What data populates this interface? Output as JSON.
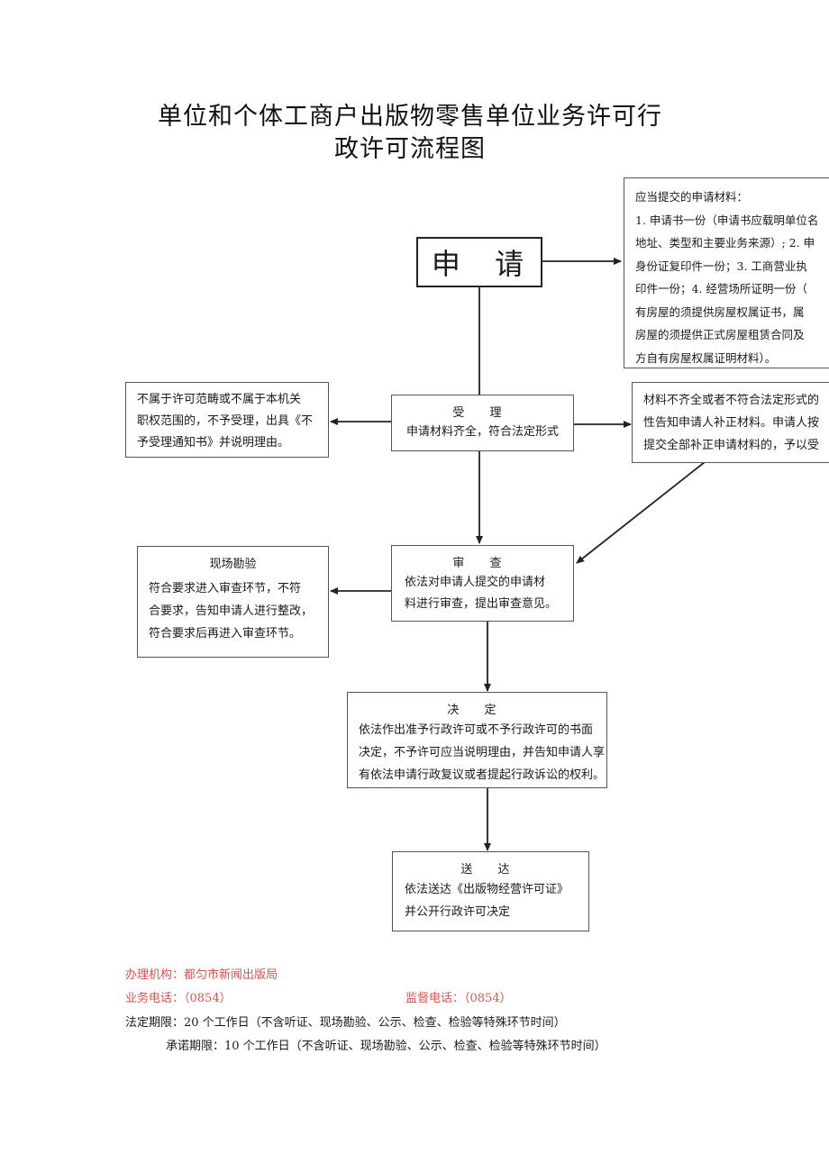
{
  "title": {
    "line1": "单位和个体工商户出版物零售单位业务许可行",
    "line2": "政许可流程图"
  },
  "nodes": {
    "apply": {
      "label": "申 请"
    },
    "materials": {
      "lines": [
        "应当提交的申请材料：",
        "1. 申请书一份（申请书应载明单位名",
        "地址、类型和主要业务来源）; 2. 申",
        "身份证复印件一份；3. 工商营业执",
        "印件一份；4. 经营场所证明一份（",
        "有房屋的须提供房屋权属证书，属",
        "房屋的须提供正式房屋租赁合同及",
        "方自有房屋权属证明材料）。"
      ]
    },
    "accept": {
      "title": "受 理",
      "text": "申请材料齐全，符合法定形式"
    },
    "reject": {
      "lines": [
        "不属于许可范畴或不属于本机关",
        "职权范围的，不予受理，出具《不",
        "予受理通知书》并说明理由。"
      ]
    },
    "incomplete": {
      "lines": [
        "材料不齐全或者不符合法定形式的",
        "性告知申请人补正材料。申请人按",
        "提交全部补正申请材料的，予以受"
      ]
    },
    "review": {
      "title": "审 查",
      "lines": [
        "依法对申请人提交的申请材",
        "料进行审查，提出审查意见。"
      ]
    },
    "site": {
      "title": "现场勘验",
      "lines": [
        "符合要求进入审查环节，不符",
        "合要求，告知申请人进行整改，",
        "符合要求后再进入审查环节。"
      ]
    },
    "decide": {
      "title": "决 定",
      "lines": [
        "依法作出准予行政许可或不予行政许可的书面",
        "决定，不予许可应当说明理由，并告知申请人享",
        "有依法申请行政复议或者提起行政诉讼的权利。"
      ]
    },
    "deliver": {
      "title": "送 达",
      "lines": [
        "依法送达《出版物经营许可证》",
        "并公开行政许可决定"
      ]
    }
  },
  "footer": {
    "agency": "办理机构：都匀市新闻出版局",
    "phone": "业务电话：（0854）",
    "supervise_phone": "监督电话：（0854）",
    "legal_limit": "法定期限：20 个工作日（不含听证、现场勘验、公示、检查、检验等特殊环节时间）",
    "promise_limit": "承诺期限：10 个工作日（不含听证、现场勘验、公示、检查、检验等特殊环节时间）"
  },
  "colors": {
    "footer_red": "#d9534f",
    "line": "#333333"
  }
}
